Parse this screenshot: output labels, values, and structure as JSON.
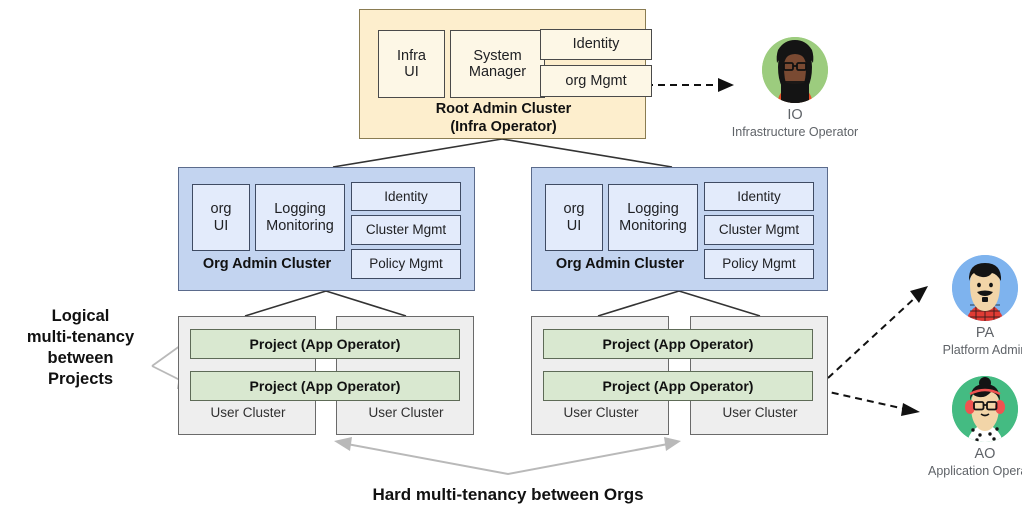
{
  "diagram": {
    "title_bottom": "Hard multi-tenancy between Orgs",
    "side_note": "Logical multi-tenancy between Projects",
    "side_note_lines": [
      "Logical",
      "multi-tenancy",
      "between",
      "Projects"
    ]
  },
  "root_cluster": {
    "title_line1": "Root Admin Cluster",
    "title_line2": "(Infra Operator)",
    "services": [
      {
        "label_lines": [
          "Infra",
          "UI"
        ]
      },
      {
        "label_lines": [
          "System",
          "Manager"
        ]
      },
      {
        "label_lines": [
          "Identity"
        ]
      },
      {
        "label_lines": [
          "org Mgmt"
        ]
      }
    ],
    "fill": "#fdeecd",
    "service_fill": "#fdf7e6"
  },
  "org_clusters": [
    {
      "title": "Org Admin Cluster",
      "services": [
        {
          "label_lines": [
            "org",
            "UI"
          ]
        },
        {
          "label_lines": [
            "Logging",
            "Monitoring"
          ]
        },
        {
          "label_lines": [
            "Identity"
          ]
        },
        {
          "label_lines": [
            "Cluster Mgmt"
          ]
        },
        {
          "label_lines": [
            "Policy Mgmt"
          ]
        }
      ],
      "projects": [
        {
          "label": "Project (App Operator)"
        },
        {
          "label": "Project (App Operator)"
        }
      ],
      "user_clusters": [
        {
          "label": "User Cluster"
        },
        {
          "label": "User Cluster"
        }
      ]
    },
    {
      "title": "Org Admin Cluster",
      "services": [
        {
          "label_lines": [
            "org",
            "UI"
          ]
        },
        {
          "label_lines": [
            "Logging",
            "Monitoring"
          ]
        },
        {
          "label_lines": [
            "Identity"
          ]
        },
        {
          "label_lines": [
            "Cluster Mgmt"
          ]
        },
        {
          "label_lines": [
            "Policy Mgmt"
          ]
        }
      ],
      "projects": [
        {
          "label": "Project (App Operator)"
        },
        {
          "label": "Project  (App Operator)"
        }
      ],
      "user_clusters": [
        {
          "label": "User Cluster"
        },
        {
          "label": "User Cluster"
        }
      ]
    }
  ],
  "personas": [
    {
      "abbr": "IO",
      "role": "Infrastructure Operator",
      "icon": "avatar-infrastructure-operator",
      "ring_color": "#9ccc7e",
      "skin": "#7a4a32",
      "hair": "#141414",
      "accent": "#e8502a"
    },
    {
      "abbr": "PA",
      "role": "Platform Admin",
      "icon": "avatar-platform-admin",
      "ring_color": "#7eb3ee",
      "skin": "#f2d5a8",
      "hair": "#141414",
      "accent": "#e03b34"
    },
    {
      "abbr": "AO",
      "role": "Application Operator",
      "icon": "avatar-application-operator",
      "ring_color": "#44bb82",
      "skin": "#f2d5a8",
      "hair": "#141414",
      "accent": "#ef5350"
    }
  ],
  "colors": {
    "root_fill": "#fdeecd",
    "org_fill": "#c3d4f0",
    "user_fill": "#eeeeee",
    "project_fill": "#d9e8d0",
    "connector": "#333333",
    "annotation_arrow": "#b0b0b0",
    "dashed_arrow": "#111111"
  }
}
